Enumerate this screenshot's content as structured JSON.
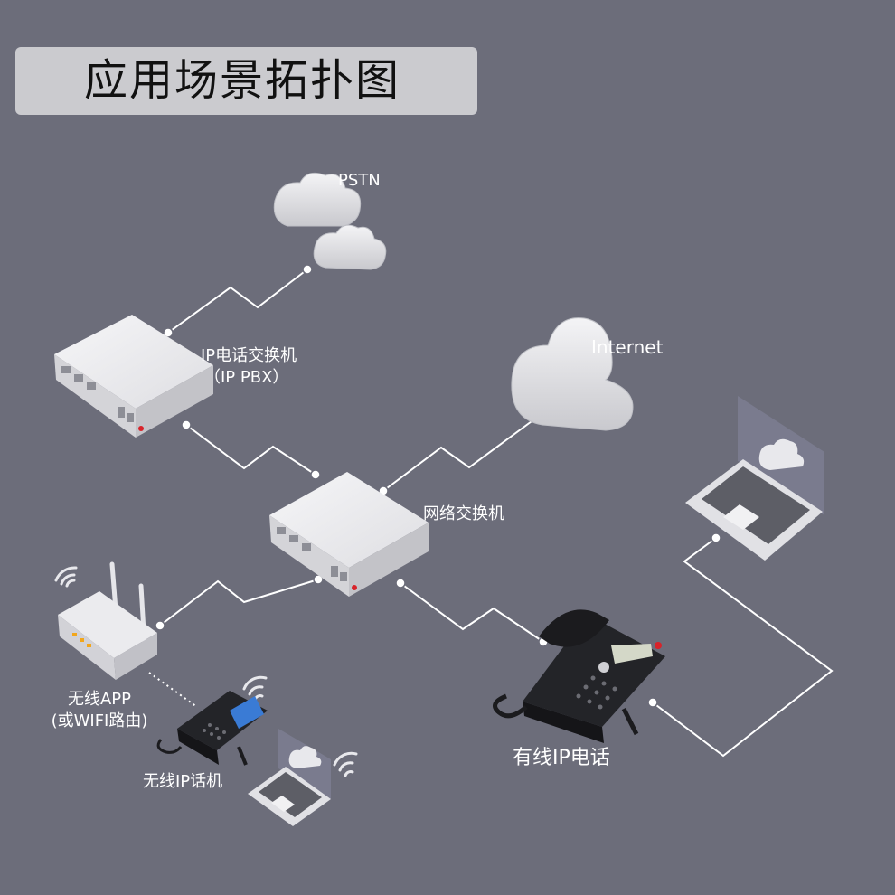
{
  "title": "应用场景拓扑图",
  "nodes": {
    "pstn": {
      "label": "PSTN"
    },
    "internet": {
      "label": "Internet"
    },
    "ip_pbx": {
      "label_line1": "IP电话交换机",
      "label_line2": "（IP PBX）"
    },
    "network_switch": {
      "label": "网络交换机"
    },
    "wireless_router": {
      "label_line1": "无线APP",
      "label_line2": "(或WIFI路由)"
    },
    "wireless_ip_phone": {
      "label": "无线IP话机"
    },
    "wired_ip_phone": {
      "label": "有线IP电话"
    }
  },
  "colors": {
    "background": "#6c6d7a",
    "title_box": "#cbcbcf",
    "link_line": "#ffffff",
    "device_body": "#e8e8eb",
    "phone_body": "#1f2024",
    "indicator_red": "#d8232a"
  }
}
